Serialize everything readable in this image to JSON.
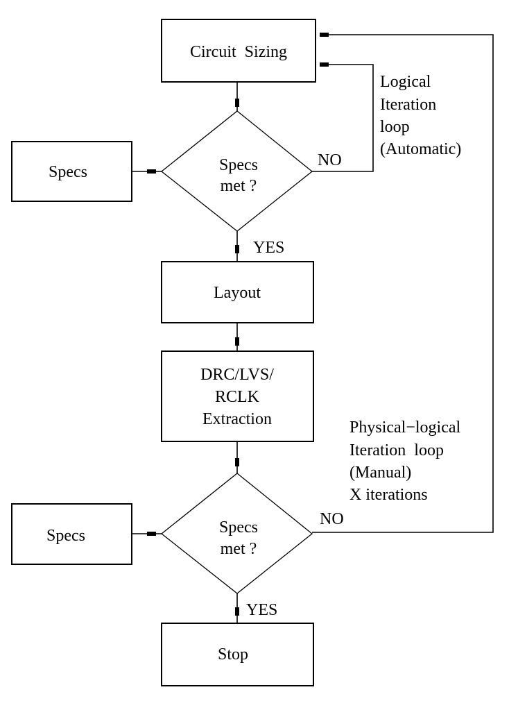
{
  "nodes": {
    "circuit_sizing": "Circuit  Sizing",
    "specs_input_1": "Specs",
    "decision_1": [
      "Specs",
      "met ?"
    ],
    "layout": "Layout",
    "extraction": [
      "DRC/LVS/",
      "RCLK",
      "Extraction"
    ],
    "specs_input_2": "Specs",
    "decision_2": [
      "Specs",
      "met ?"
    ],
    "stop": "Stop"
  },
  "edge_labels": {
    "no_1": "NO",
    "yes_1": "YES",
    "no_2": "NO",
    "yes_2": "YES"
  },
  "annotations": {
    "logical_loop": [
      "Logical",
      "Iteration",
      "loop",
      "(Automatic)"
    ],
    "physical_loop": [
      "Physical−logical",
      "Iteration  loop",
      "(Manual)",
      "X iterations"
    ]
  }
}
